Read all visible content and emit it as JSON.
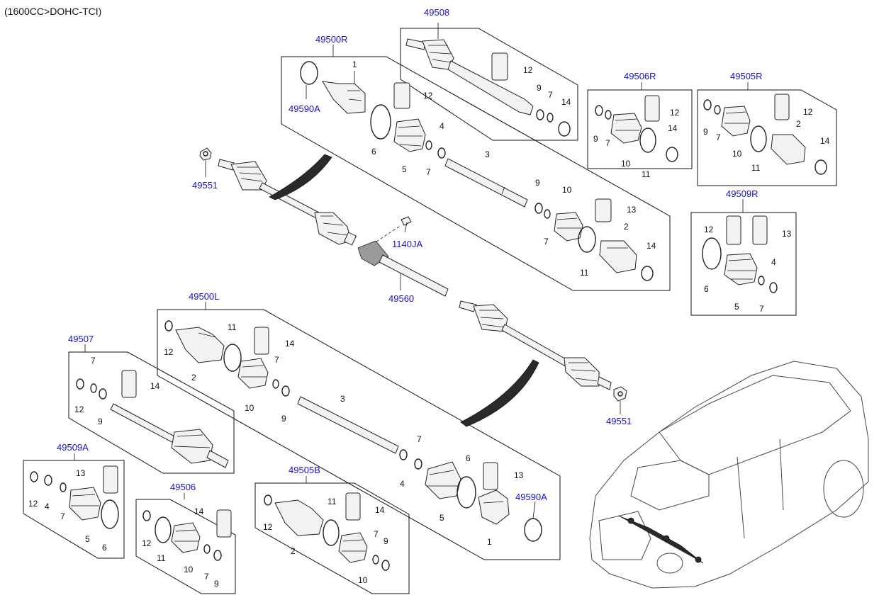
{
  "header": {
    "engine_label": "(1600CC>DOHC-TCI)"
  },
  "refs": {
    "r49508": "49508",
    "r49500R": "49500R",
    "r49506R": "49506R",
    "r49505R": "49505R",
    "r49509R": "49509R",
    "r49590A_top": "49590A",
    "r49551_left": "49551",
    "r1140JA": "1140JA",
    "r49560": "49560",
    "r49500L": "49500L",
    "r49507": "49507",
    "r49509A": "49509A",
    "r49506": "49506",
    "r49505B": "49505B",
    "r49590A_bottom": "49590A",
    "r49551_right": "49551"
  },
  "part_numbers": {
    "n1": "1",
    "n2": "2",
    "n3": "3",
    "n4": "4",
    "n5": "5",
    "n6": "6",
    "n7": "7",
    "n9": "9",
    "n10": "10",
    "n11": "11",
    "n12": "12",
    "n13": "13",
    "n14": "14"
  }
}
